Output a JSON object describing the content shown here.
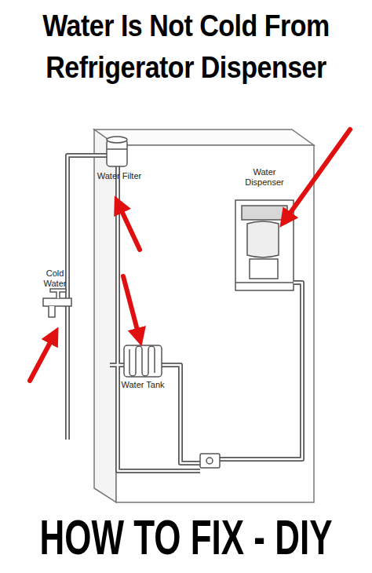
{
  "diagram": {
    "title": "Water Is Not Cold From Refrigerator Dispenser",
    "caption": "HOW TO FIX - DIY",
    "labels": [
      "Water Filter",
      "Water Dispenser",
      "Cold Water",
      "Water Tank"
    ]
  }
}
